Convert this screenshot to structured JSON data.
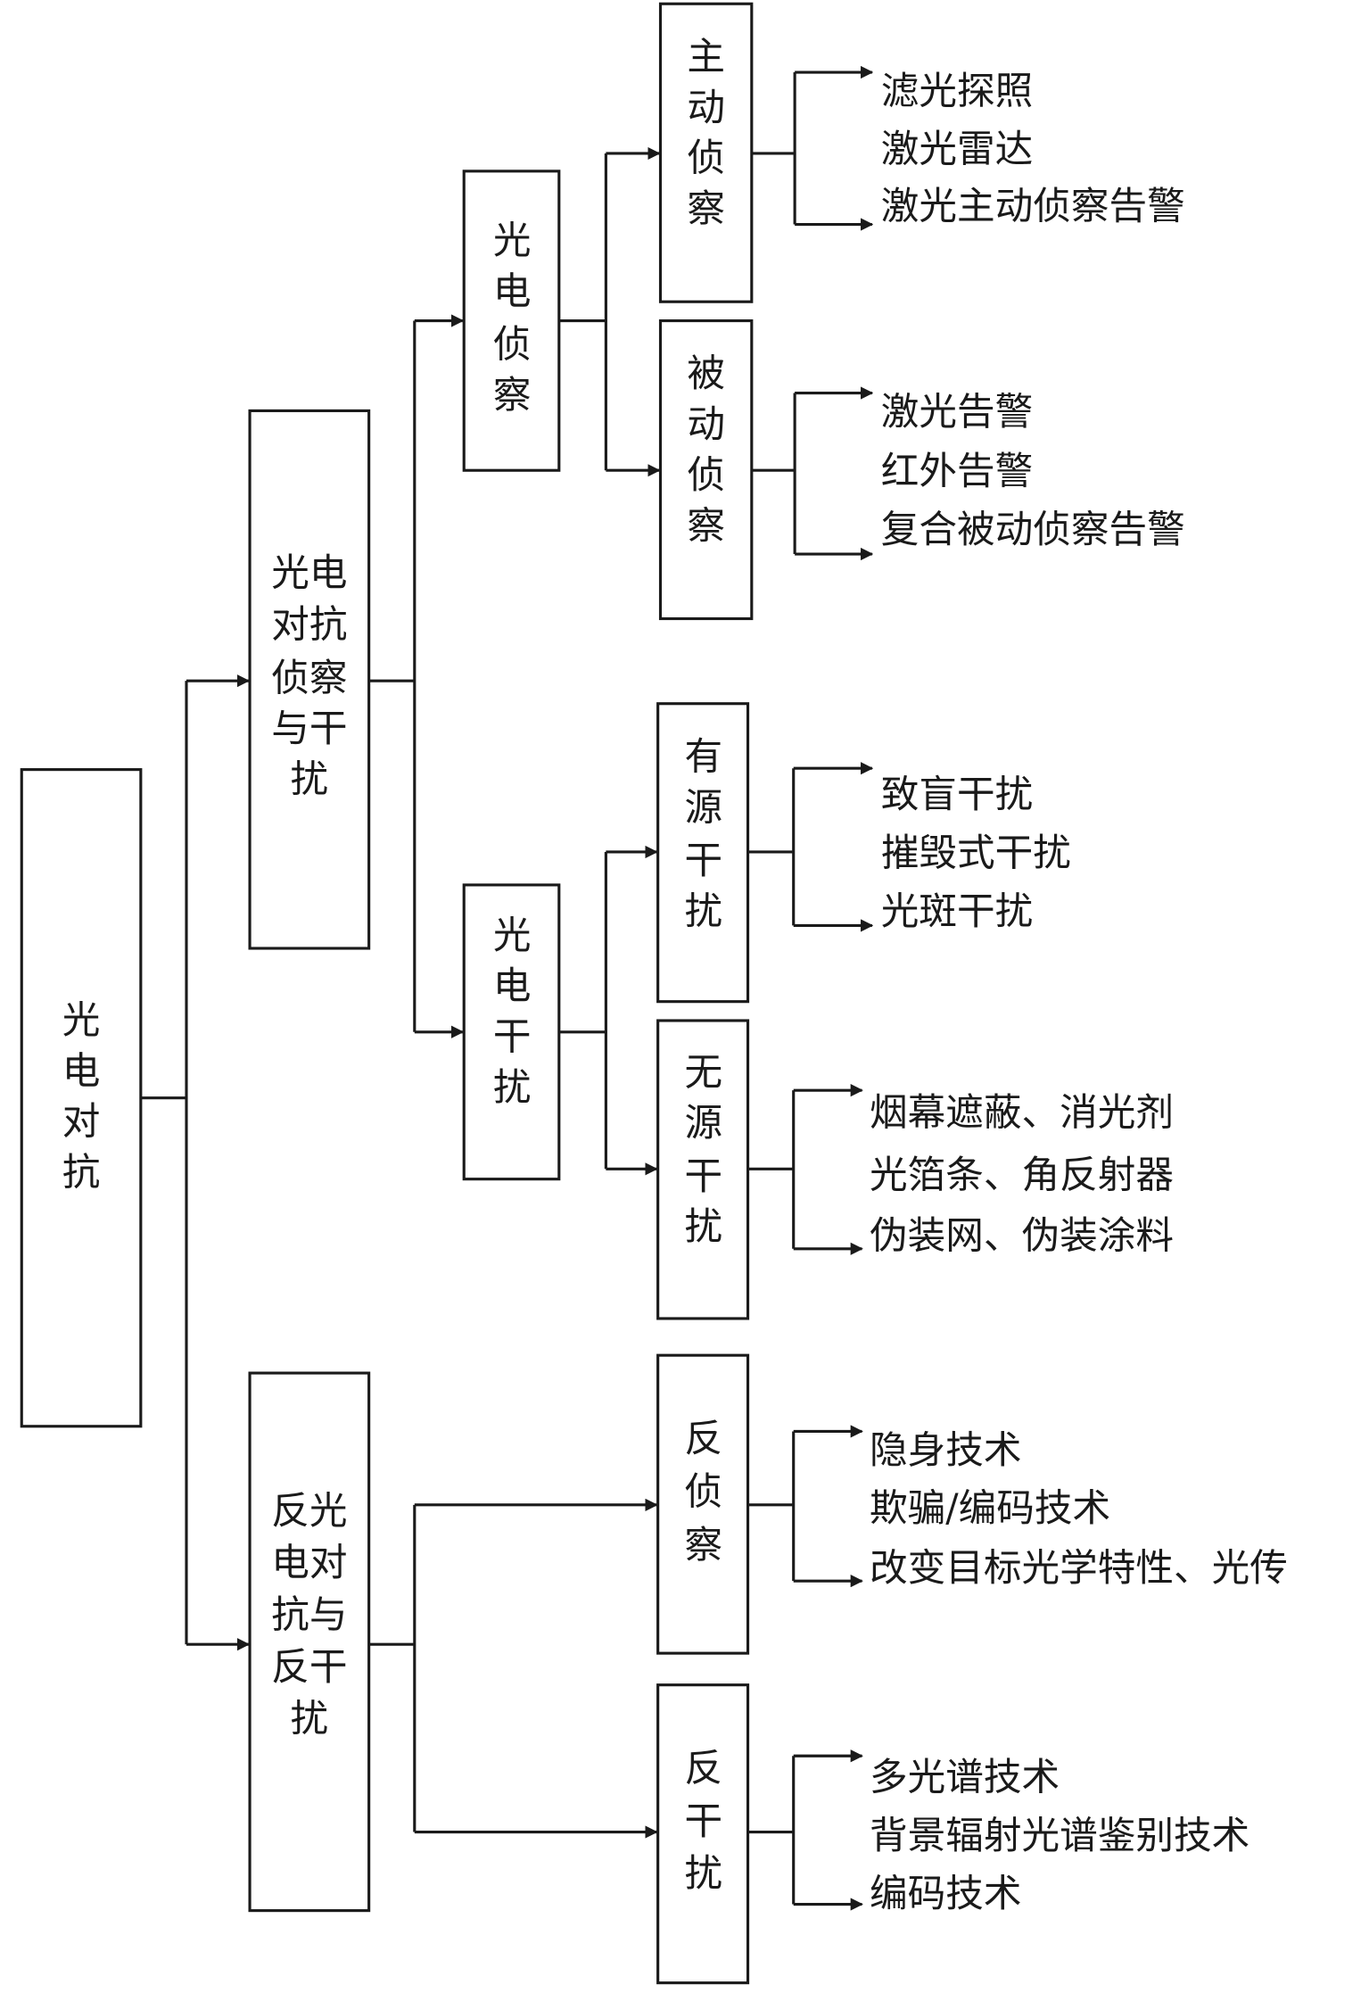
{
  "root": {
    "label": [
      "光",
      "电",
      "对",
      "抗"
    ]
  },
  "branch_a": {
    "label": [
      "光电",
      "对抗",
      "侦察",
      "与干",
      "扰"
    ],
    "recon": {
      "label": [
        "光",
        "电",
        "侦",
        "察"
      ],
      "active": {
        "label": [
          "主",
          "动",
          "侦",
          "察"
        ],
        "items": [
          "滤光探照",
          "激光雷达",
          "激光主动侦察告警"
        ]
      },
      "passive": {
        "label": [
          "被",
          "动",
          "侦",
          "察"
        ],
        "items": [
          "激光告警",
          "红外告警",
          "复合被动侦察告警"
        ]
      }
    },
    "jam": {
      "label": [
        "光",
        "电",
        "干",
        "扰"
      ],
      "active": {
        "label": [
          "有",
          "源",
          "干",
          "扰"
        ],
        "items": [
          "致盲干扰",
          "摧毁式干扰",
          "光斑干扰"
        ]
      },
      "passive": {
        "label": [
          "无",
          "源",
          "干",
          "扰"
        ],
        "items": [
          "烟幕遮蔽、消光剂",
          "光箔条、角反射器",
          "伪装网、伪装涂料"
        ]
      }
    }
  },
  "branch_b": {
    "label": [
      "反光",
      "电对",
      "抗与",
      "反干",
      "扰"
    ],
    "anti_recon": {
      "label": [
        "反",
        "侦",
        "察"
      ],
      "items": [
        "隐身技术",
        "欺骗/编码技术",
        "改变目标光学特性、光传"
      ]
    },
    "anti_jam": {
      "label": [
        "反",
        "干",
        "扰"
      ],
      "items": [
        "多光谱技术",
        "背景辐射光谱鉴别技术",
        "编码技术"
      ]
    }
  }
}
